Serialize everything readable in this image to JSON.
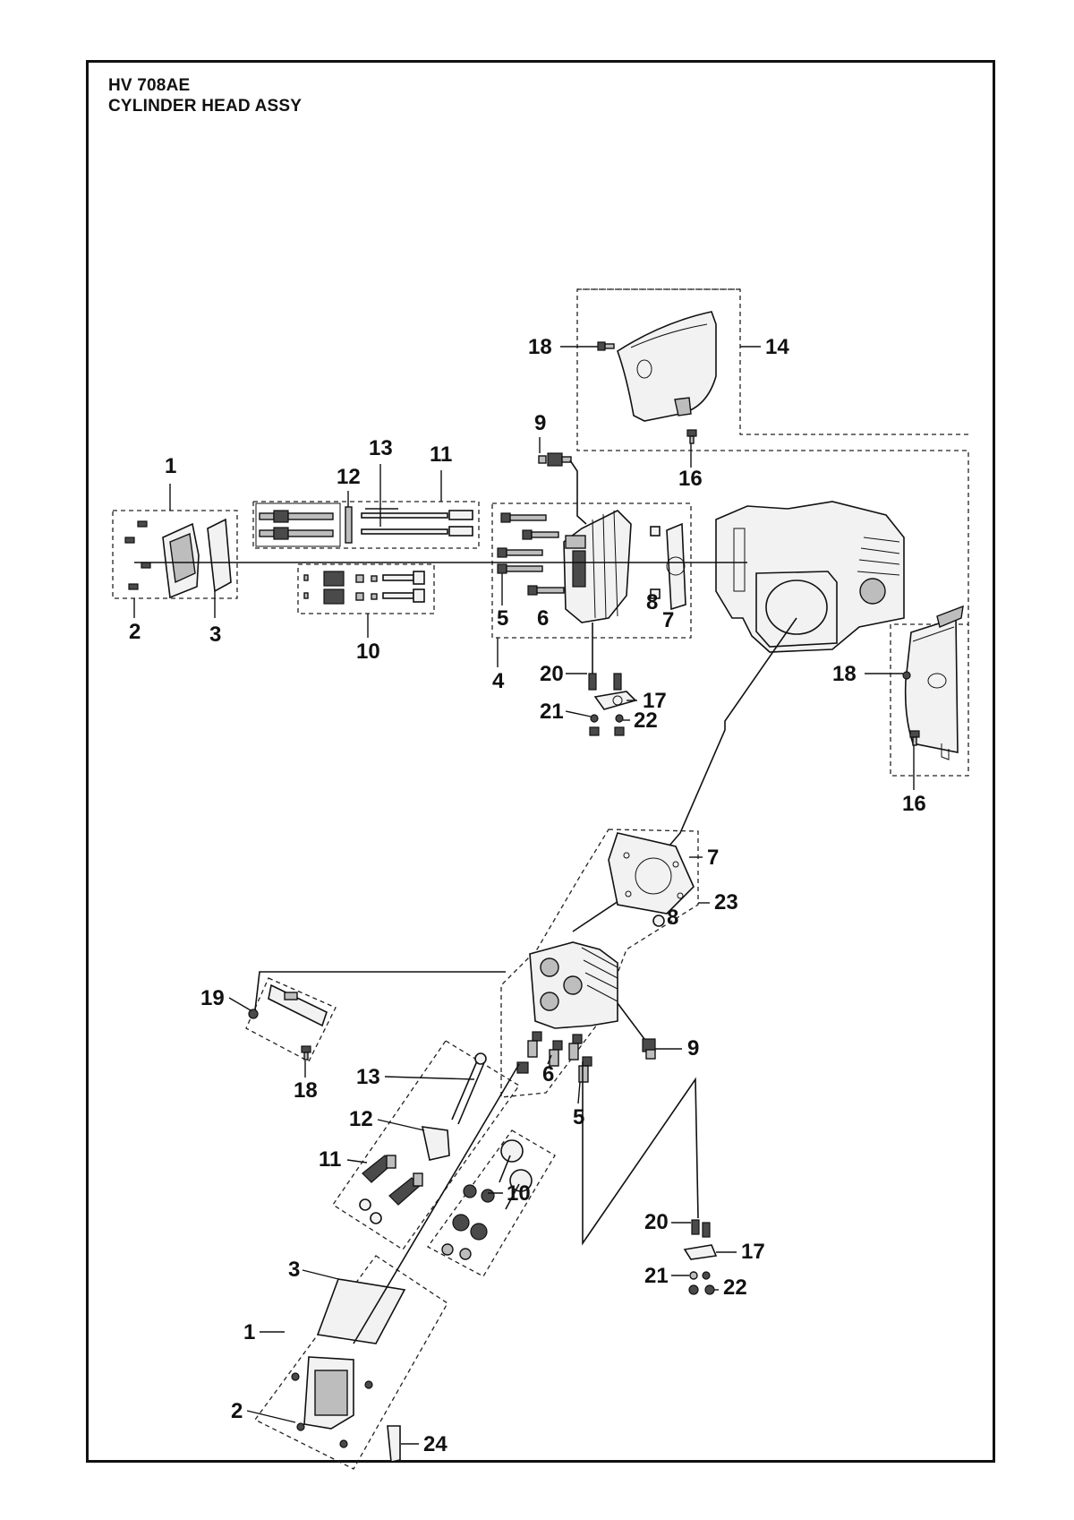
{
  "header": {
    "model": "HV 708AE",
    "title": "CYLINDER HEAD ASSY"
  },
  "callouts": {
    "c1_top": "1",
    "c2_top": "2",
    "c3_top": "3",
    "c4_top": "4",
    "c5_top": "5",
    "c6_top": "6",
    "c7_top": "7",
    "c8_top": "8",
    "c9_top": "9",
    "c10_top": "10",
    "c11_top": "11",
    "c12_top": "12",
    "c13_top": "13",
    "c14_top": "14",
    "c16_top": "16",
    "c16_right": "16",
    "c17_top": "17",
    "c18_top": "18",
    "c18_right": "18",
    "c20_top": "20",
    "c21_top": "21",
    "c22_top": "22",
    "c7_bot": "7",
    "c8_bot": "8",
    "c23_bot": "23",
    "c9_bot": "9",
    "c6_bot": "6",
    "c5_bot": "5",
    "c19_bot": "19",
    "c18_bot": "18",
    "c13_bot": "13",
    "c12_bot": "12",
    "c11_bot": "11",
    "c10_bot": "10",
    "c3_bot": "3",
    "c1_bot": "1",
    "c2_bot": "2",
    "c24_bot": "24",
    "c20_bot": "20",
    "c17_bot": "17",
    "c21_bot": "21",
    "c22_bot": "22"
  }
}
